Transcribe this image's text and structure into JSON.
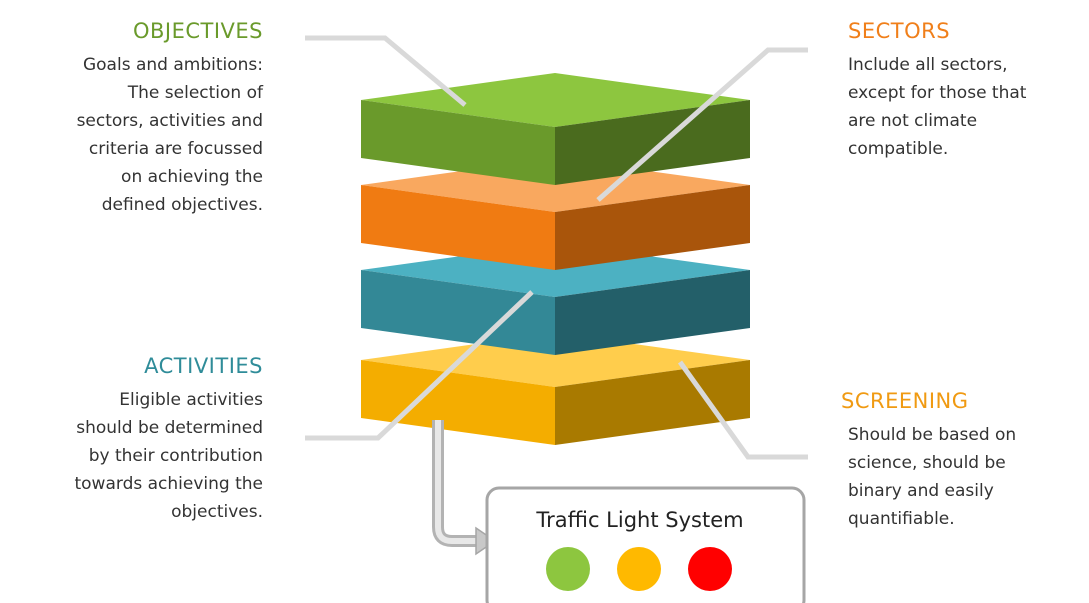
{
  "colors": {
    "objectives": "#6a9a2b",
    "sectors": "#f07f1a",
    "activities": "#2f8c99",
    "screening": "#f09a12",
    "traffic_green": "#8dc63f",
    "traffic_amber": "#ffb900",
    "traffic_red": "#ff0000"
  },
  "objectives": {
    "title": "OBJECTIVES",
    "desc": "Goals and ambitions:\nThe selection of\nsectors, activities and\ncriteria are focussed\non achieving the\ndefined objectives."
  },
  "sectors": {
    "title": "SECTORS",
    "desc": "Include all sectors,\nexcept for those that\nare not climate\ncompatible."
  },
  "activities": {
    "title": "ACTIVITIES",
    "desc": "Eligible activities\nshould be determined\nby their contribution\ntowards achieving the\nobjectives."
  },
  "screening": {
    "title": "SCREENING",
    "desc": "Should be based on\nscience, should be\nbinary and easily\nquantifiable."
  },
  "traffic_light": {
    "label": "Traffic Light System",
    "lights": [
      "green",
      "amber",
      "red"
    ]
  }
}
